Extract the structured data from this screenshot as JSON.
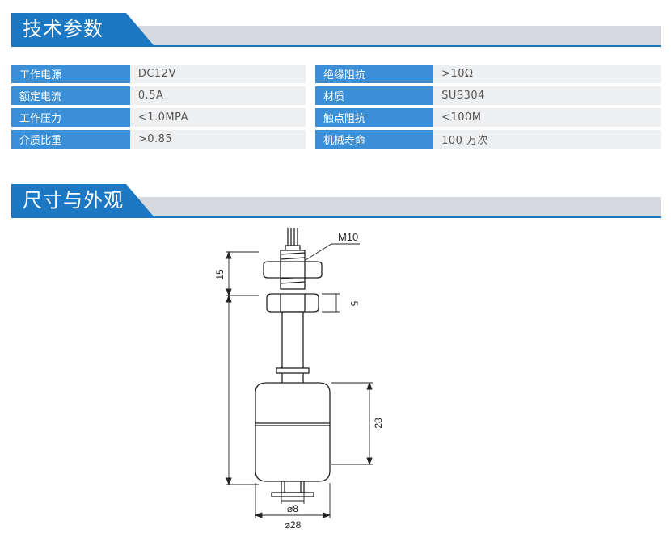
{
  "sections": {
    "specs_title": "技术参数",
    "dims_title": "尺寸与外观"
  },
  "specs": {
    "left": [
      {
        "label": "工作电源",
        "value": "DC12V"
      },
      {
        "label": "额定电流",
        "value": "0.5A"
      },
      {
        "label": "工作压力",
        "value": "<1.0MPA"
      },
      {
        "label": "介质比重",
        "value": ">0.85"
      }
    ],
    "right": [
      {
        "label": "绝缘阻抗",
        "value": ">10Ω"
      },
      {
        "label": "材质",
        "value": "SUS304"
      },
      {
        "label": "触点阻抗",
        "value": "<100M"
      },
      {
        "label": "机械寿命",
        "value": "100 万次"
      }
    ]
  },
  "drawing": {
    "thread": "M10",
    "dim_top": "15",
    "dim_nut": "5",
    "dim_float_height": "28",
    "dim_stem_dia": "⌀8",
    "dim_float_dia": "⌀28"
  },
  "colors": {
    "accent": "#1d78c4",
    "label_cell": "#3a8fd6",
    "value_cell": "#eeeff1"
  }
}
